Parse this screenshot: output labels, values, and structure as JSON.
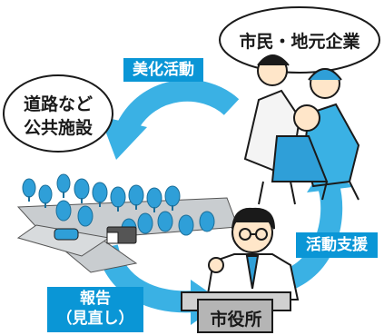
{
  "colors": {
    "arrow_blue": "#3ab1e4",
    "tag_blue": "#0a96d6",
    "tree_blue": "#2f9fd8",
    "road_gray": "#c9cdd0",
    "desk_gray": "#b5b5b5",
    "ink": "#1a1a1a"
  },
  "nodes": {
    "citizens": "市民・地元企業",
    "public_facilities_line1": "道路など",
    "public_facilities_line2": "公共施設",
    "city_office": "市役所"
  },
  "edges": {
    "beautification": "美化活動",
    "activity_support": "活動支援",
    "report_line1": "報告",
    "report_line2": "（見直し）"
  },
  "icons": [
    "volunteers-illustration",
    "trees-and-road-illustration",
    "official-illustration"
  ]
}
